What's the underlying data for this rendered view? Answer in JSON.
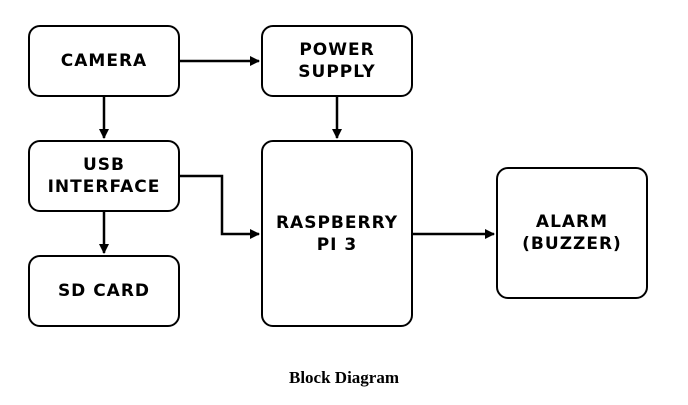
{
  "blocks": {
    "camera": {
      "label": "CAMERA"
    },
    "power_supply": {
      "label": "POWER\nSUPPLY"
    },
    "usb_interface": {
      "label": "USB\nINTERFACE"
    },
    "sd_card": {
      "label": "SD CARD"
    },
    "raspberry_pi": {
      "label": "RASPBERRY\nPI 3"
    },
    "alarm": {
      "label": "ALARM\n(BUZZER)"
    }
  },
  "connections": [
    {
      "from": "camera",
      "to": "power_supply"
    },
    {
      "from": "camera",
      "to": "usb_interface"
    },
    {
      "from": "power_supply",
      "to": "raspberry_pi"
    },
    {
      "from": "usb_interface",
      "to": "sd_card"
    },
    {
      "from": "usb_interface",
      "to": "raspberry_pi"
    },
    {
      "from": "raspberry_pi",
      "to": "alarm"
    }
  ],
  "caption": "Block Diagram",
  "colors": {
    "stroke": "#000000",
    "background": "#ffffff"
  }
}
